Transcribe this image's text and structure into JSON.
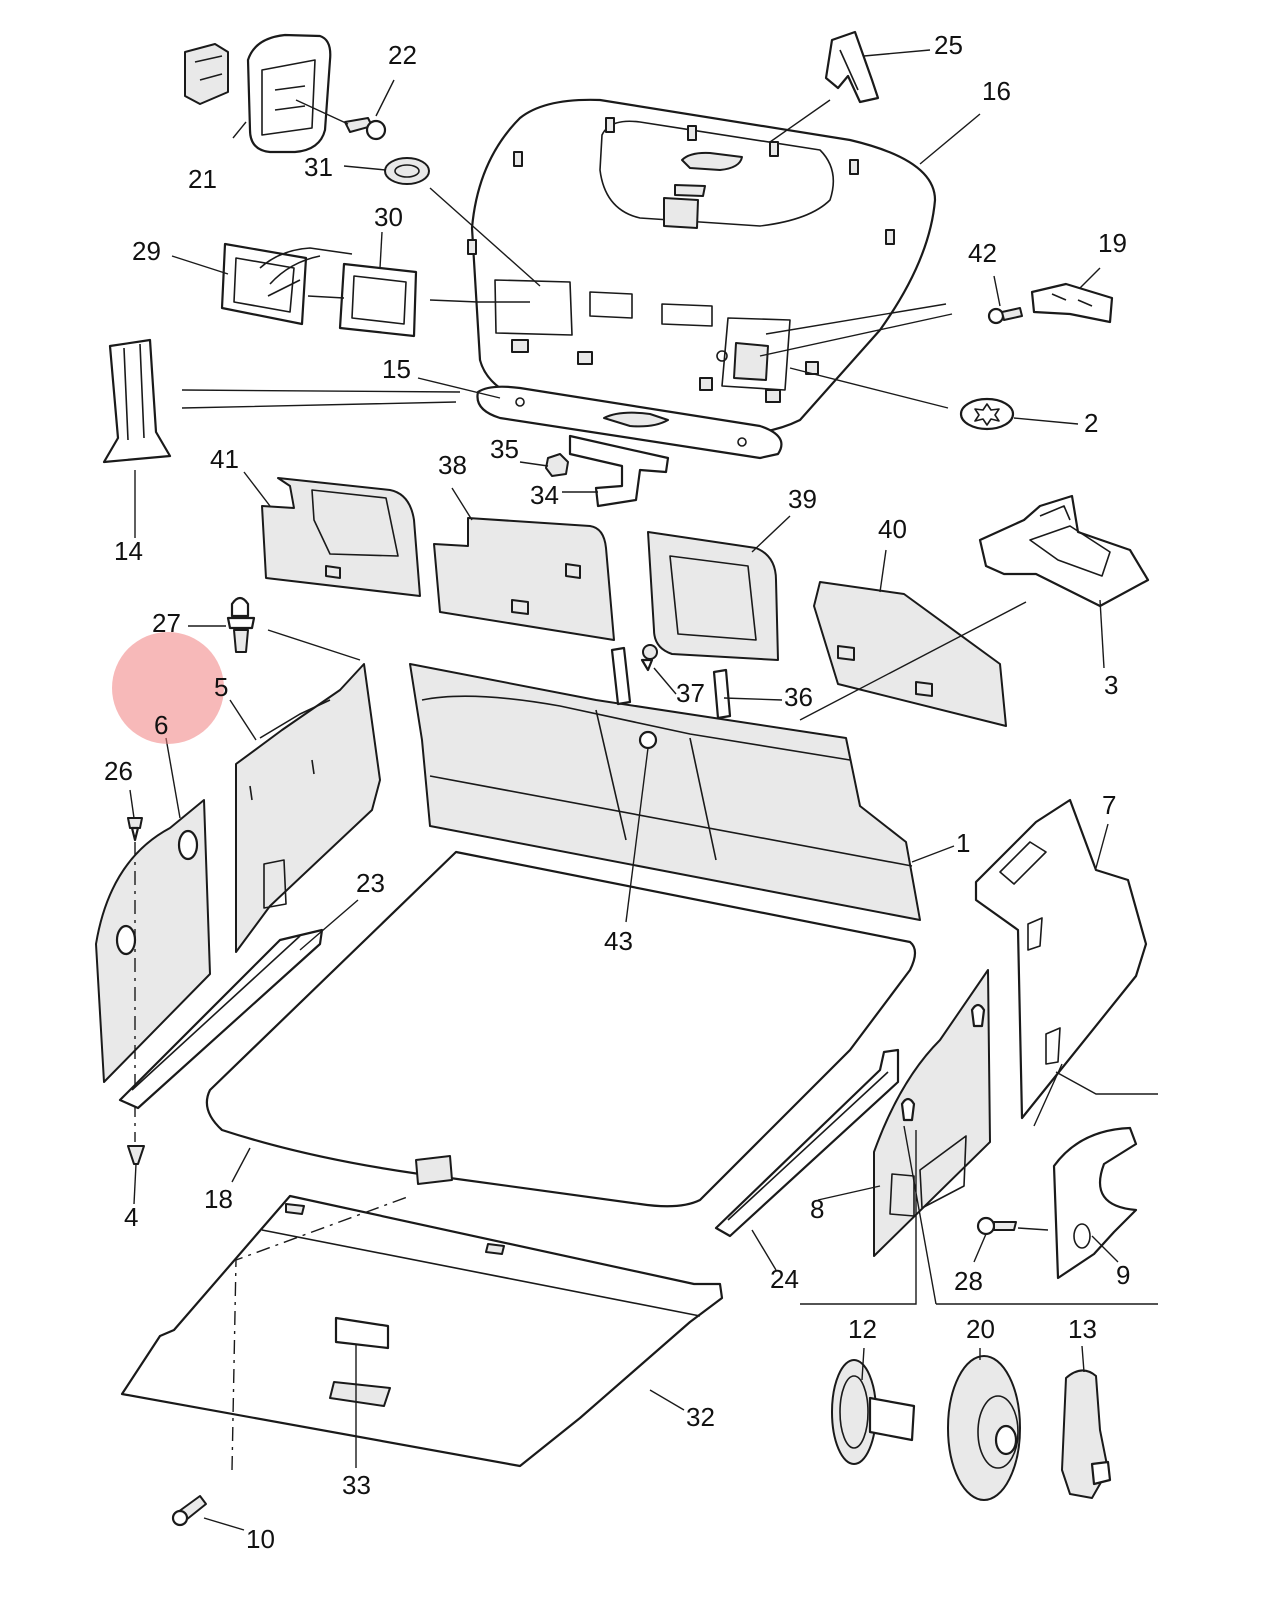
{
  "highlight_color": "#f08080",
  "callouts": {
    "c1": "1",
    "c2": "2",
    "c3": "3",
    "c4": "4",
    "c5": "5",
    "c6": "6",
    "c7": "7",
    "c8": "8",
    "c9": "9",
    "c10": "10",
    "c12": "12",
    "c13": "13",
    "c14": "14",
    "c15": "15",
    "c16": "16",
    "c18": "18",
    "c19": "19",
    "c20": "20",
    "c21": "21",
    "c22": "22",
    "c23": "23",
    "c24": "24",
    "c25": "25",
    "c26": "26",
    "c27": "27",
    "c28": "28",
    "c29": "29",
    "c30": "30",
    "c31": "31",
    "c32": "32",
    "c33": "33",
    "c34": "34",
    "c35": "35",
    "c36": "36",
    "c37": "37",
    "c38": "38",
    "c39": "39",
    "c40": "40",
    "c41": "41",
    "c42": "42",
    "c43": "43"
  }
}
